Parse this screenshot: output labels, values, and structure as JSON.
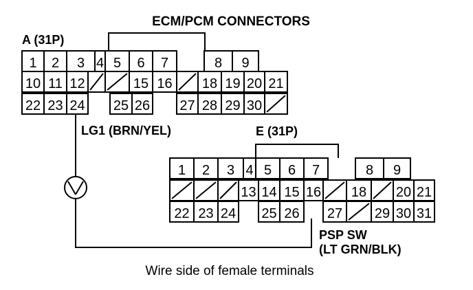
{
  "title": "ECM/PCM CONNECTORS",
  "connector_a": {
    "label": "A (31P)",
    "rows": [
      [
        "1",
        "2",
        "3",
        "4",
        "5",
        "6",
        "7",
        "",
        "8",
        "9"
      ],
      [
        "10",
        "11",
        "12",
        "/",
        "/",
        "15",
        "16",
        "/",
        "18",
        "19",
        "20",
        "21"
      ],
      [
        "22",
        "23",
        "24",
        "",
        "25",
        "26",
        "",
        "27",
        "28",
        "29",
        "30",
        "/"
      ]
    ]
  },
  "connector_e": {
    "label": "E (31P)",
    "rows": [
      [
        "1",
        "2",
        "3",
        "4",
        "5",
        "6",
        "7",
        "",
        "8",
        "9"
      ],
      [
        "/",
        "/",
        "/",
        "13",
        "14",
        "15",
        "16",
        "/",
        "18",
        "/",
        "20",
        "21"
      ],
      [
        "22",
        "23",
        "24",
        "",
        "25",
        "26",
        "",
        "27",
        "/",
        "29",
        "30",
        "31"
      ]
    ]
  },
  "wire_a": {
    "label": "LG1 (BRN/YEL)",
    "pin": "24"
  },
  "wire_e": {
    "label_line1": "PSP SW",
    "label_line2": "(LT GRN/BLK)",
    "pin": "16"
  },
  "meter": {
    "symbol": "V"
  },
  "caption": "Wire side of female terminals"
}
